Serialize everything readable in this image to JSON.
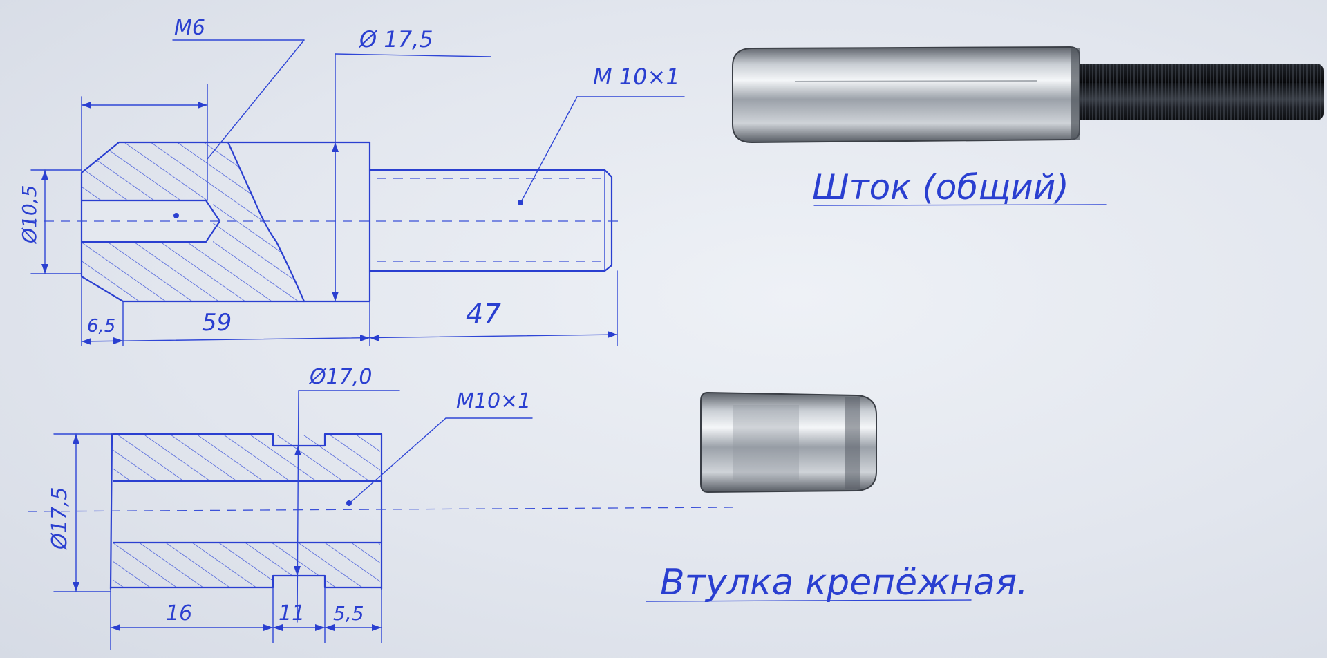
{
  "drawing_top": {
    "thread_hole": "М6",
    "diameter_body": "Ø 17,5",
    "thread_shank": "М 10×1",
    "diameter_left": "Ø10,5",
    "dim_chamfer": "6,5",
    "dim_body": "59",
    "dim_shank": "47"
  },
  "drawing_bottom": {
    "diameter_groove": "Ø17,0",
    "thread_bore": "М10×1",
    "diameter_outer": "Ø17,5",
    "dim_left": "16",
    "dim_groove": "11",
    "dim_right": "5,5"
  },
  "captions": {
    "rod": "Шток (общий)",
    "bushing": "Втулка крепёжная."
  },
  "colors": {
    "ink": "#2a3fd0",
    "paper": "#e6e9f0",
    "steel": "#9aa0a8"
  }
}
